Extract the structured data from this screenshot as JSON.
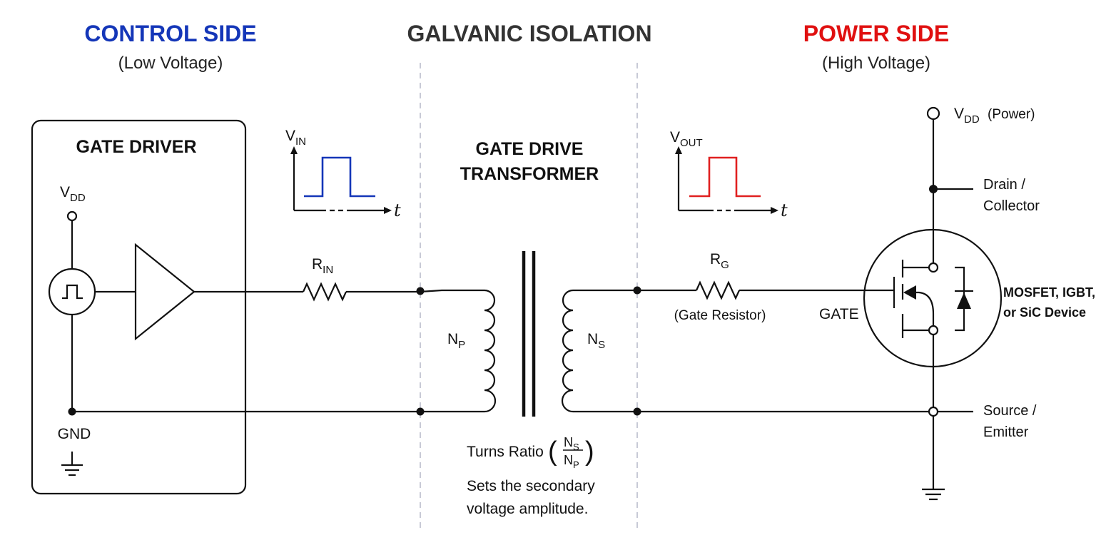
{
  "colors": {
    "control": "#1436b8",
    "isolation": "#333333",
    "power": "#e01010",
    "wire": "#111111",
    "vin_pulse": "#1436b8",
    "vout_pulse": "#e02020"
  },
  "headers": {
    "control_title": "CONTROL SIDE",
    "control_sub": "(Low Voltage)",
    "isolation_title": "GALVANIC ISOLATION",
    "power_title": "POWER SIDE",
    "power_sub": "(High Voltage)"
  },
  "gate_driver": {
    "title": "GATE DRIVER",
    "vdd_main": "V",
    "vdd_sub": "DD",
    "gnd": "GND",
    "pulse_source_icon": "pulse-source-icon",
    "buffer_icon": "buffer-amplifier-icon",
    "ground_icon": "ground-icon"
  },
  "vin_wave": {
    "label_main": "V",
    "label_sub": "IN",
    "t": "t"
  },
  "vout_wave": {
    "label_main": "V",
    "label_sub": "OUT",
    "t": "t"
  },
  "rin": {
    "main": "R",
    "sub": "IN"
  },
  "transformer": {
    "title_line1": "GATE DRIVE",
    "title_line2": "TRANSFORMER",
    "np_main": "N",
    "np_sub": "P",
    "ns_main": "N",
    "ns_sub": "S",
    "ratio_text": "Turns Ratio",
    "ratio_open": "(",
    "ratio_close": ")",
    "ratio_num_main": "N",
    "ratio_num_sub": "S",
    "ratio_den_main": "N",
    "ratio_den_sub": "P",
    "note_line1": "Sets the secondary",
    "note_line2": "voltage amplitude."
  },
  "rg": {
    "main": "R",
    "sub": "G",
    "note": "(Gate Resistor)"
  },
  "power_device": {
    "vdd_main": "V",
    "vdd_sub": "DD",
    "vdd_note": "(Power)",
    "drain_line1": "Drain /",
    "drain_line2": "Collector",
    "gate": "GATE",
    "device_line1": "MOSFET, IGBT,",
    "device_line2": "or SiC Device",
    "source_line1": "Source /",
    "source_line2": "Emitter",
    "mosfet_icon": "mosfet-icon",
    "diode_icon": "body-diode-icon",
    "ground_icon": "ground-icon"
  }
}
